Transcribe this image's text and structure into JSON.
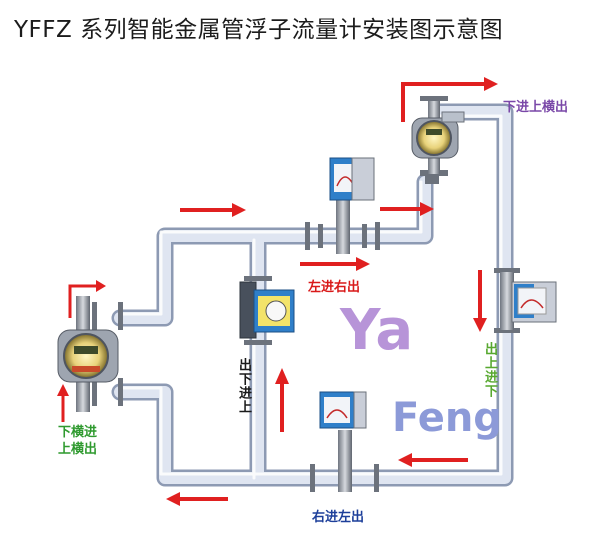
{
  "title": "YFFZ 系列智能金属管浮子流量计安装图示意图",
  "labels": {
    "bottom_up_side_out": "下进上横出",
    "left_in_right_out": "左进右出",
    "right_in_left_out": "右进左出",
    "up_in_down_out": "出下进上",
    "down_in_up_out": "出上进下",
    "bottom_horizontal_in": "下横进",
    "top_horizontal_out": "上横出"
  },
  "watermark": {
    "line1": "Ya",
    "line2": "Feng"
  },
  "colors": {
    "pipe": "#c8d2e4",
    "pipe_edge": "#8d9ab3",
    "arrow": "#e02020",
    "flange": "#8a8f99",
    "meter_blue": "#2f7fc9",
    "meter_silver": "#d7dbe3"
  }
}
